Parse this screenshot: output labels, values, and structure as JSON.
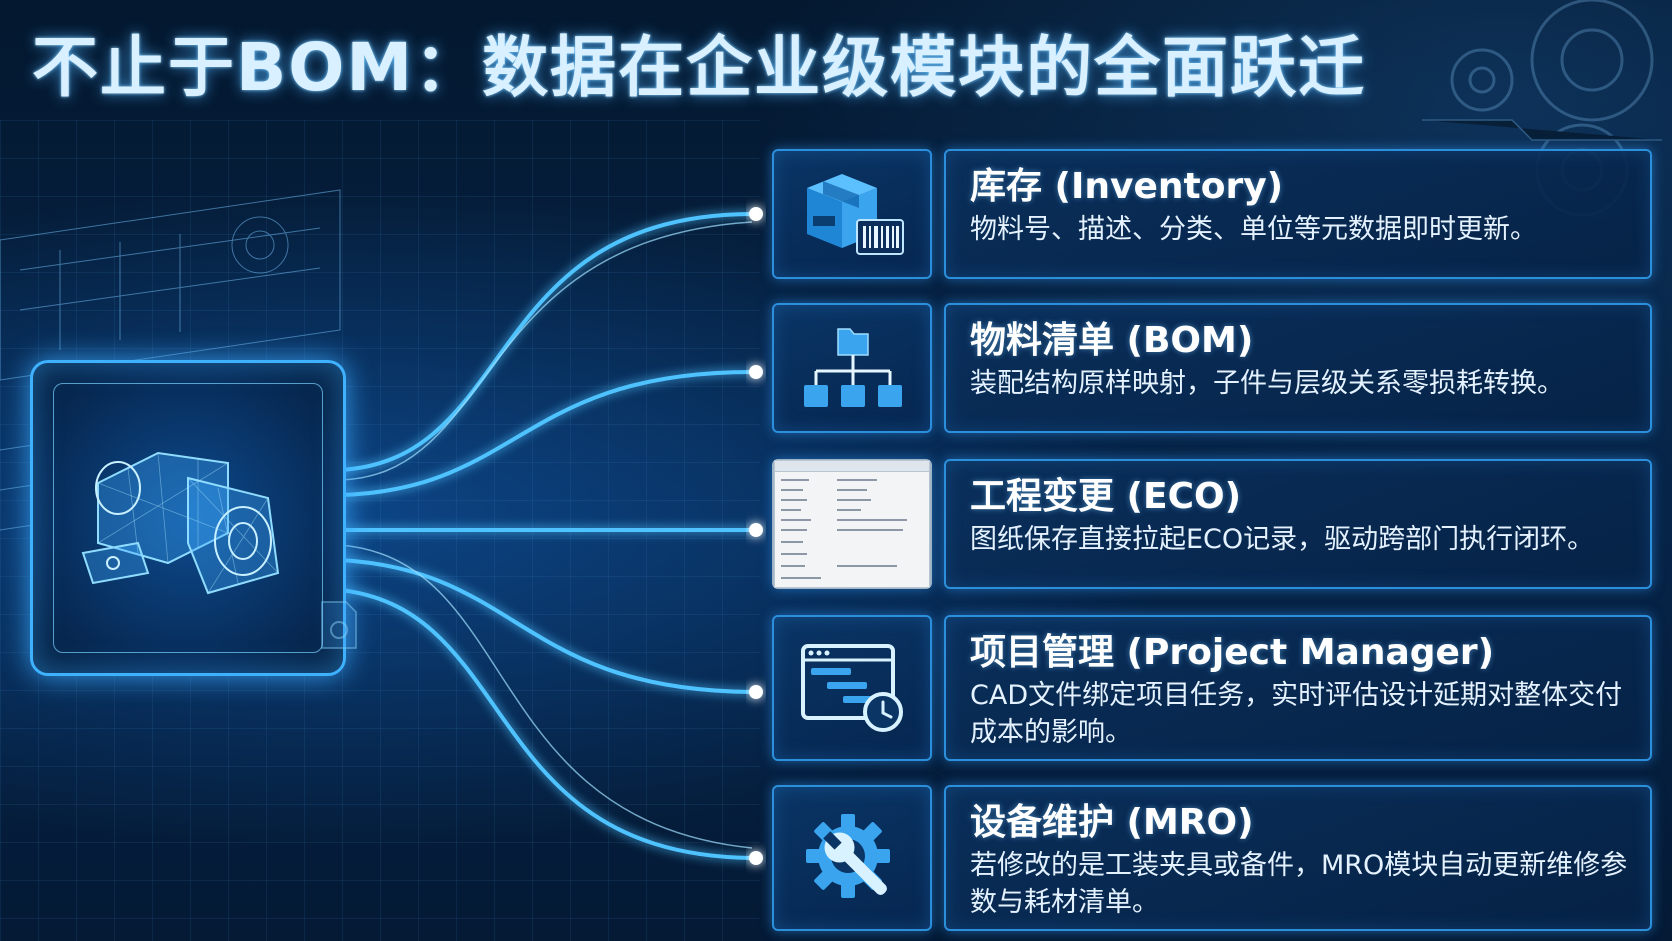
{
  "title": "不止于BOM：数据在企业级模块的全面跃迁",
  "colors": {
    "background": "#03142b",
    "accent": "#3fb2ff",
    "title_text": "#d8f0ff",
    "card_border": "#2b8fdc"
  },
  "hub": {
    "icon": "cad-part-wireframe-icon"
  },
  "modules": [
    {
      "icon": "inventory-box-barcode-icon",
      "title": "库存 (Inventory)",
      "desc": "物料号、描述、分类、单位等元数据即时更新。"
    },
    {
      "icon": "bom-hierarchy-icon",
      "title": "物料清单 (BOM)",
      "desc": "装配结构原样映射，子件与层级关系零损耗转换。"
    },
    {
      "icon": "eco-form-screenshot-icon",
      "title": "工程变更 (ECO)",
      "desc": "图纸保存直接拉起ECO记录，驱动跨部门执行闭环。"
    },
    {
      "icon": "project-gantt-clock-icon",
      "title": "项目管理 (Project Manager)",
      "desc": "CAD文件绑定项目任务，实时评估设计延期对整体交付成本的影响。"
    },
    {
      "icon": "gear-wrench-icon",
      "title": "设备维护 (MRO)",
      "desc": "若修改的是工装夹具或备件，MRO模块自动更新维修参数与耗材清单。"
    }
  ]
}
